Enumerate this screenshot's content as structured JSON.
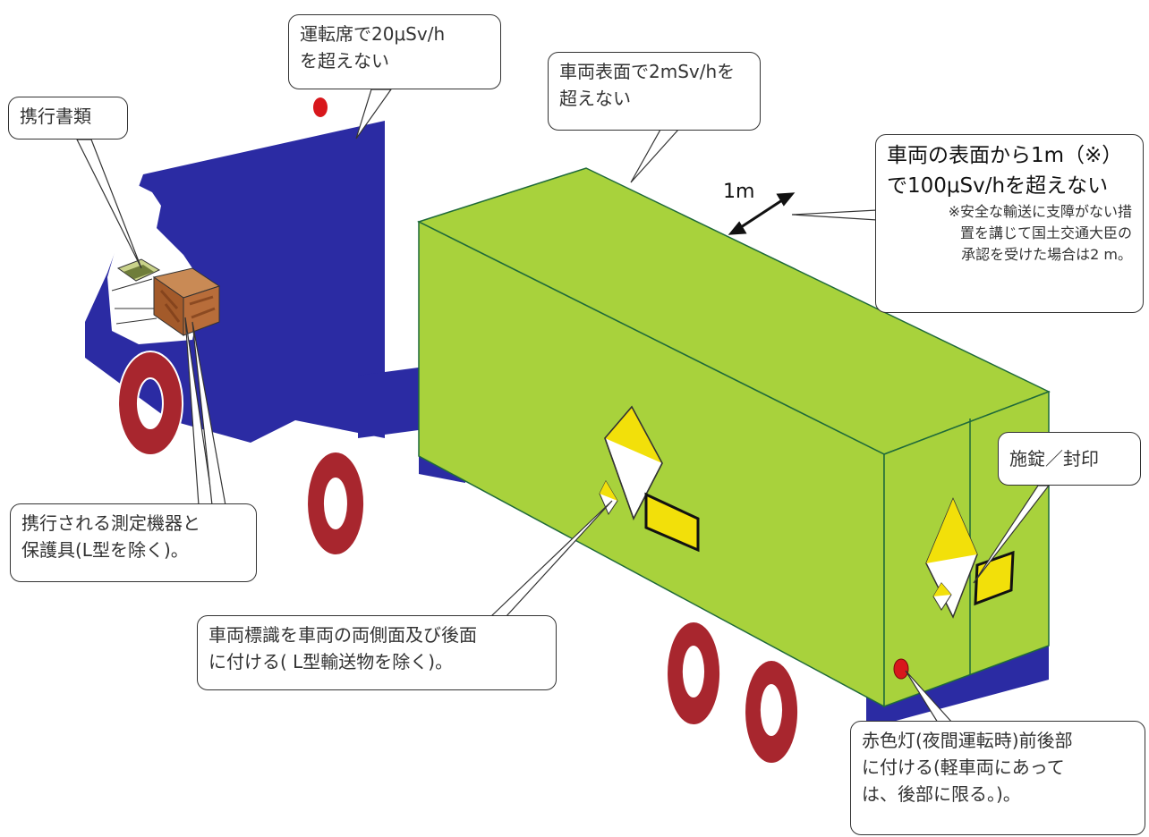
{
  "callouts": {
    "driver_seat": [
      "運転席で20μSv/h",
      "を超えない"
    ],
    "documents": "携行書類",
    "vehicle_surface": [
      "車両表面で2mSv/hを",
      "超えない"
    ],
    "one_meter": {
      "lines": [
        "車両の表面から1m（※）",
        "で100μSv/hを超えない"
      ],
      "note": [
        "※安全な輸送に支障がない措",
        "置を講じて国土交通大臣の",
        "承認を受けた場合は2 m。"
      ]
    },
    "lock_seal": "施錠／封印",
    "instruments": [
      "携行される測定機器と",
      "保護具(L型を除く)。"
    ],
    "vehicle_sign": [
      "車両標識を車両の両側面及び後面",
      "に付ける( L型輸送物を除く)。"
    ],
    "red_lamp": [
      "赤色灯(夜間運転時)前後部",
      "に付ける(軽車両にあって",
      "は、後部に限る。)。"
    ]
  },
  "distance_label": "1m",
  "colors": {
    "cab": "#2b2ba3",
    "cargo": "#a8d23c",
    "tire": "#a8262e",
    "sign_yellow": "#f2e00a",
    "lamp": "#d8171c"
  }
}
